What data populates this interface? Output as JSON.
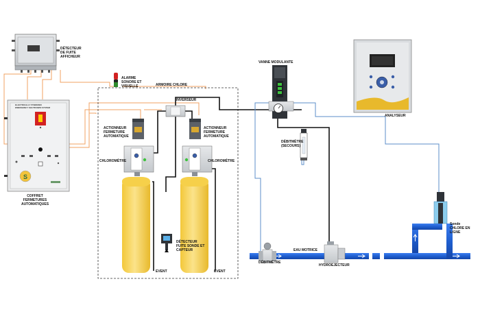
{
  "labels": {
    "leak_detector_display": "DÉTECTEUR\nDE FUITE\nAFFICHEUR",
    "alarm": "ALARME\nSONORE ET\nVISUELLE",
    "chlorine_cabinet": "ARMOIRE CHLORE",
    "inverter": "INVERSEUR",
    "actuator_left": "ACTIONNEUR\nFERMETURE\nAUTOMATIQUE",
    "actuator_right": "ACTIONNEUR\nFERMETURE\nAUTOMATIQUE",
    "chlorinator_left": "CHLOROMÈTRE",
    "chlorinator_right": "CHLOROMÈTRE",
    "leak_detector_sensor": "DÉTECTEUR\nFUITE SONDE ET\nCAPTEUR",
    "vent_left": "EVENT",
    "vent_right": "EVENT",
    "modulating_valve": "VANNE MODULANTE",
    "flowmeter_backup": "DÉBITMÈTRE\n(SECOURS)",
    "analyzer": "ANALYSEUR",
    "inline_probe": "Sonde\nCHLORE EN\nLIGNE",
    "motive_water": "EAU MOTRICE",
    "flowmeter": "DÉBITMÈTRE",
    "hydroejector": "HYDROEJECTEUR",
    "auto_shutoff_cabinet": "COFFRET\nFERMETURES\nAUTOMATIQUES"
  },
  "panel_texts": {
    "cabinet_header_1": "ELECTRICALLY POWERED",
    "cabinet_header_2": "EMERGENCY SHUTDOWN SYSTEM"
  },
  "colors": {
    "pipe_black": "#111111",
    "pipe_blue_thin": "#5b8ec9",
    "water_main": "#1f5fd0",
    "signal_orange": "#f0a060",
    "cylinder_yellow": "#f6d04a",
    "device_grey": "#8a8f95",
    "led_green": "#3ec23e",
    "led_red": "#d22222"
  }
}
